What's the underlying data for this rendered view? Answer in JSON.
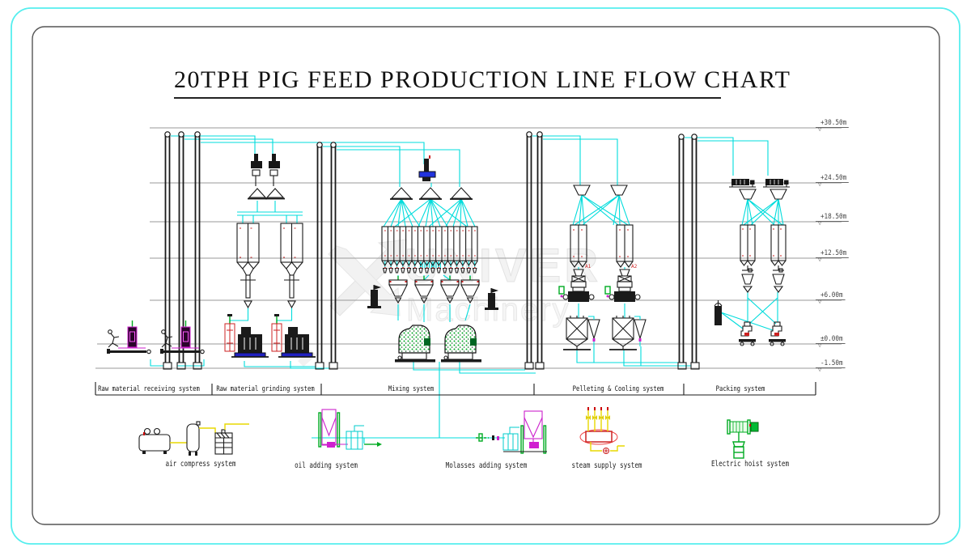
{
  "title": "20TPH PIG FEED PRODUCTION LINE FLOW CHART",
  "watermark": {
    "brand": "UNIVER",
    "sub": "Machinery"
  },
  "elevations": [
    {
      "label": "+30.50m"
    },
    {
      "label": "+24.50m"
    },
    {
      "label": "+18.50m"
    },
    {
      "label": "+12.50m"
    },
    {
      "label": "+6.00m"
    },
    {
      "label": "±0.00m"
    },
    {
      "label": "-1.50m"
    }
  ],
  "sections": [
    {
      "label": "Raw material receiving system"
    },
    {
      "label": "Raw material grinding system"
    },
    {
      "label": "Mixing system"
    },
    {
      "label": "Pelleting & Cooling system"
    },
    {
      "label": "Packing system"
    }
  ],
  "aux_systems": [
    {
      "label": "air compress system"
    },
    {
      "label": "oil adding system"
    },
    {
      "label": "Molasses adding system"
    },
    {
      "label": "steam supply system"
    },
    {
      "label": "Electric hoist system"
    }
  ],
  "equipment_labels": {
    "pellet_line_1": "A1",
    "pellet_line_2": "A2"
  },
  "colors": {
    "pipe_cyan": "#00dcdc",
    "outline_black": "#1a1a1a",
    "accent_red": "#cc2222",
    "accent_green": "#00aa22",
    "accent_magenta": "#cc22cc",
    "accent_yellow": "#e8d800",
    "base_blue": "#2020c0",
    "border_cyan": "#55eeee",
    "border_gray": "#555555"
  }
}
